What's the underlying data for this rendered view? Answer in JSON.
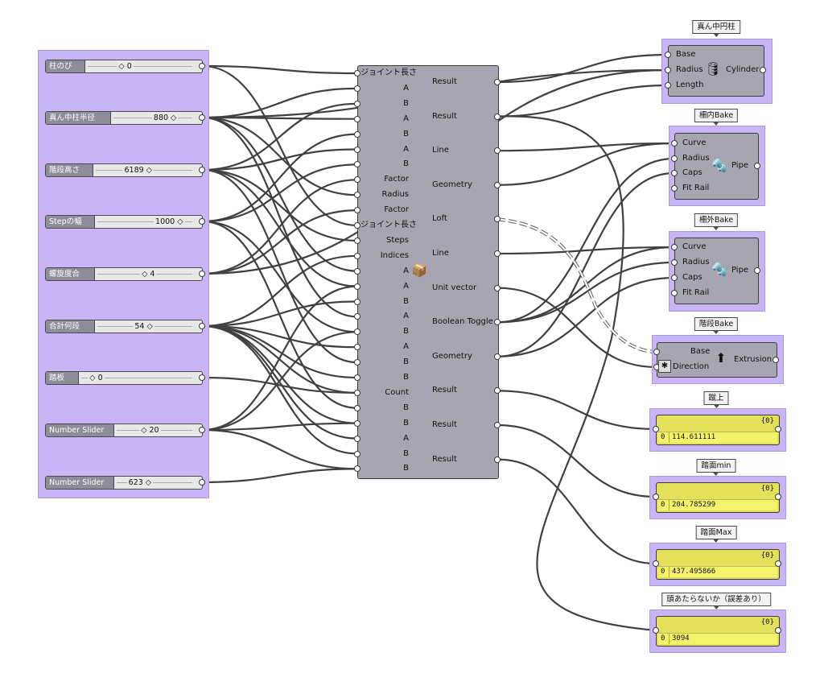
{
  "sliders": [
    {
      "name": "柱のび",
      "value": "◇ 0"
    },
    {
      "name": "真ん中柱半径",
      "value": "880 ◇"
    },
    {
      "name": "階段高さ",
      "value": "6189 ◇"
    },
    {
      "name": "Stepの幅",
      "value": "1000 ◇"
    },
    {
      "name": "螺旋度合",
      "value": "◇ 4"
    },
    {
      "name": "合計何段",
      "value": "54 ◇"
    },
    {
      "name": "踏板",
      "value": "◇ 0"
    },
    {
      "name": "Number Slider",
      "value": "◇ 20"
    },
    {
      "name": "Number Slider",
      "value": "623 ◇"
    }
  ],
  "cluster": {
    "inputs": [
      "ジョイント長さ",
      "A",
      "B",
      "A",
      "B",
      "A",
      "B",
      "Factor",
      "Radius",
      "Factor",
      "ジョイント長さ",
      "Steps",
      "Indices",
      "A",
      "A",
      "B",
      "A",
      "B",
      "A",
      "B",
      "B",
      "Count",
      "B",
      "B",
      "A",
      "B",
      "B"
    ],
    "outputs": [
      "Result",
      "Result",
      "Line",
      "Geometry",
      "Loft",
      "Line",
      "Unit vector",
      "Boolean Toggle",
      "Geometry",
      "Result",
      "Result",
      "Result"
    ],
    "icon": "package-box-icon"
  },
  "cylinder": {
    "title": "真ん中円柱",
    "inputs": [
      "Base",
      "Radius",
      "Length"
    ],
    "output": "Cylinder",
    "icon": "cylinder-icon"
  },
  "pipe_inner": {
    "title": "柵内Bake",
    "inputs": [
      "Curve",
      "Radius",
      "Caps",
      "Fit Rail"
    ],
    "output": "Pipe",
    "icon": "pipe-icon"
  },
  "pipe_outer": {
    "title": "柵外Bake",
    "inputs": [
      "Curve",
      "Radius",
      "Caps",
      "Fit Rail"
    ],
    "output": "Pipe",
    "icon": "pipe-icon"
  },
  "extrusion": {
    "title": "階段Bake",
    "inputs": [
      "Base",
      "Direction"
    ],
    "output": "Extrusion",
    "icon": "extrusion-icon"
  },
  "panels": [
    {
      "title": "蹴上",
      "index": "{0}",
      "row": "0",
      "value": "114.611111"
    },
    {
      "title": "踏面min",
      "index": "{0}",
      "row": "0",
      "value": "204.785299"
    },
    {
      "title": "踏面Max",
      "index": "{0}",
      "row": "0",
      "value": "437.495866"
    },
    {
      "title": "頭あたらないか（誤差あり）",
      "index": "{0}",
      "row": "0",
      "value": "3094"
    }
  ],
  "colors": {
    "group": "#c9b5f5",
    "component": "#a6a6b2",
    "panel": "#e3e05c",
    "wire": "#404040"
  }
}
